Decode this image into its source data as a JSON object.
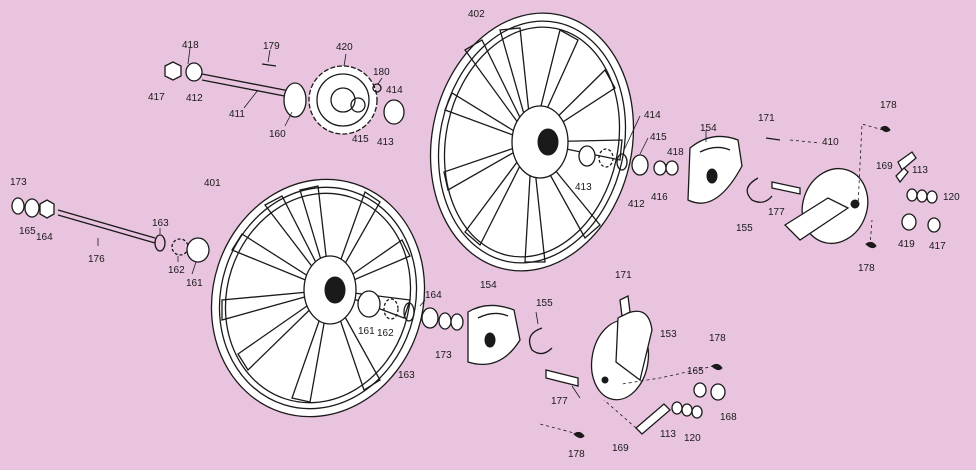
{
  "diagram": {
    "labels": {
      "n402": "402",
      "n418a": "418",
      "n179": "179",
      "n420": "420",
      "n180": "180",
      "n414a": "414",
      "n417a": "417",
      "n412a": "412",
      "n411": "411",
      "n160": "160",
      "n415a": "415",
      "n413a": "413",
      "n414b": "414",
      "n415b": "415",
      "n413b": "413",
      "n412b": "412",
      "n416": "416",
      "n418b": "418",
      "n154a": "154",
      "n171a": "171",
      "n410": "410",
      "n178a": "178",
      "n169a": "169",
      "n113a": "113",
      "n120a": "120",
      "n177a": "177",
      "n155a": "155",
      "n419": "419",
      "n417b": "417",
      "n178b": "178",
      "n401": "401",
      "n173a": "173",
      "n165a": "165",
      "n164a": "164",
      "n176": "176",
      "n163a": "163",
      "n162a": "162",
      "n161a": "161",
      "n164b": "164",
      "n154b": "154",
      "n155b": "155",
      "n171b": "171",
      "n161b": "161",
      "n162b": "162",
      "n163b": "163",
      "n173b": "173",
      "n153": "153",
      "n178c": "178",
      "n165b": "165",
      "n168": "168",
      "n177b": "177",
      "n113b": "113",
      "n120b": "120",
      "n169b": "169",
      "n178d": "178"
    }
  }
}
